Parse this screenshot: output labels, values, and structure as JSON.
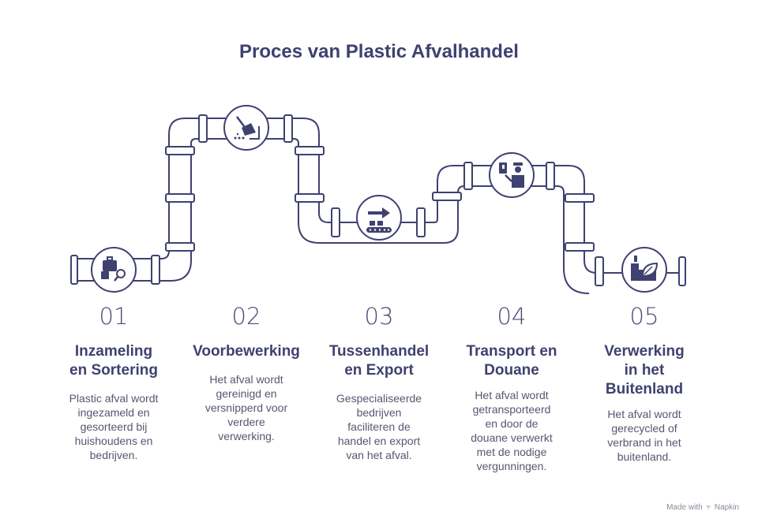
{
  "title": "Proces van Plastic Afvalhandel",
  "steps": [
    {
      "number": "01",
      "title_lines": [
        "Inzameling",
        "en Sortering"
      ],
      "description_lines": [
        "Plastic afval wordt",
        "ingezameld en",
        "gesorteerd bij",
        "huishoudens en",
        "bedrijven."
      ],
      "icon": "sorting-search-icon"
    },
    {
      "number": "02",
      "title_lines": [
        "Voorbewerking"
      ],
      "description_lines": [
        "Het afval wordt",
        "gereinigd en",
        "versnipperd voor",
        "verdere",
        "verwerking."
      ],
      "icon": "cleaning-brush-icon"
    },
    {
      "number": "03",
      "title_lines": [
        "Tussenhandel",
        "en Export"
      ],
      "description_lines": [
        "Gespecialiseerde",
        "bedrijven",
        "faciliteren de",
        "handel en export",
        "van het afval."
      ],
      "icon": "conveyor-export-icon"
    },
    {
      "number": "04",
      "title_lines": [
        "Transport en",
        "Douane"
      ],
      "description_lines": [
        "Het afval wordt",
        "getransporteerd",
        "en door de",
        "douane verwerkt",
        "met de nodige",
        "vergunningen."
      ],
      "icon": "customs-officer-icon"
    },
    {
      "number": "05",
      "title_lines": [
        "Verwerking",
        "in het",
        "Buitenland"
      ],
      "description_lines": [
        "Het afval wordt",
        "gerecycled of",
        "verbrand in het",
        "buitenland."
      ],
      "icon": "factory-leaf-icon"
    }
  ],
  "footer": {
    "made_with": "Made with",
    "brand": "Napkin"
  },
  "colors": {
    "primary": "#3f4170",
    "pipe_stroke": "#3f4170",
    "pipe_fill": "#ffffff",
    "text": "#555770"
  }
}
